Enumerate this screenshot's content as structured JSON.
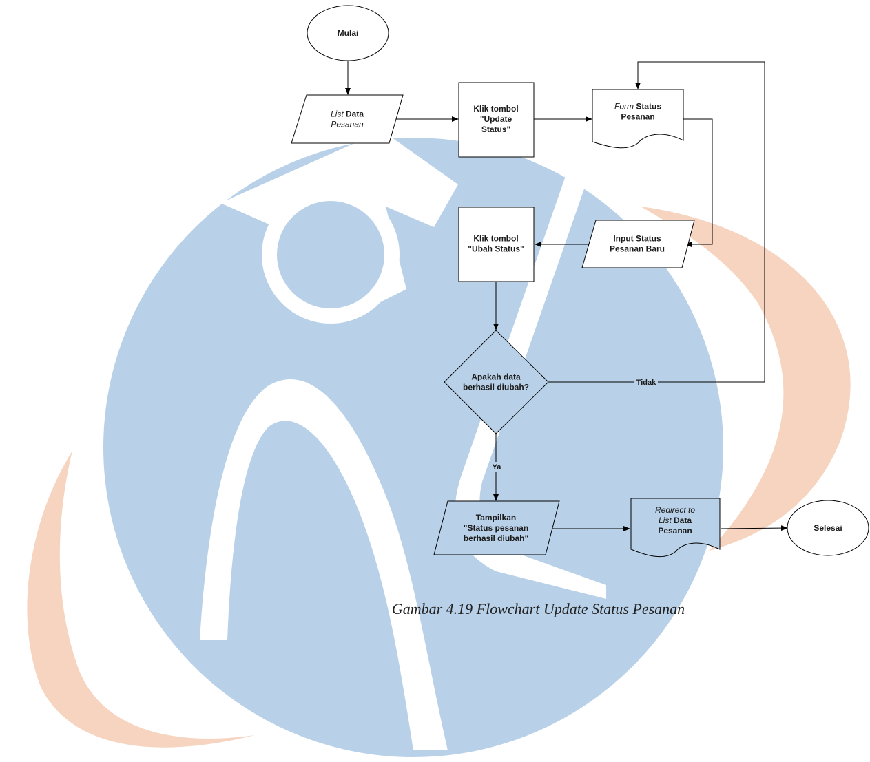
{
  "diagram": {
    "nodes": {
      "start": {
        "lines": [
          [
            {
              "t": "Mulai"
            }
          ]
        ]
      },
      "list_data": {
        "lines": [
          [
            {
              "t": "List",
              "i": true
            },
            {
              "t": " Data"
            }
          ],
          [
            {
              "t": "Pesanan",
              "i": true
            }
          ]
        ]
      },
      "klik_update": {
        "lines": [
          [
            {
              "t": "Klik tombol"
            }
          ],
          [
            {
              "t": "\"Update"
            }
          ],
          [
            {
              "t": "Status\""
            }
          ]
        ]
      },
      "form_status": {
        "lines": [
          [
            {
              "t": "Form",
              "i": true
            },
            {
              "t": " Status"
            }
          ],
          [
            {
              "t": "Pesanan"
            }
          ]
        ]
      },
      "input_status": {
        "lines": [
          [
            {
              "t": "Input Status"
            }
          ],
          [
            {
              "t": "Pesanan Baru"
            }
          ]
        ]
      },
      "klik_ubah": {
        "lines": [
          [
            {
              "t": "Klik tombol"
            }
          ],
          [
            {
              "t": "\"Ubah Status\""
            }
          ]
        ]
      },
      "decision": {
        "lines": [
          [
            {
              "t": "Apakah data"
            }
          ],
          [
            {
              "t": "berhasil diubah?"
            }
          ]
        ]
      },
      "tampilkan": {
        "lines": [
          [
            {
              "t": "Tampilkan"
            }
          ],
          [
            {
              "t": "\"Status pesanan"
            }
          ],
          [
            {
              "t": "berhasil diubah\""
            }
          ]
        ]
      },
      "redirect": {
        "lines": [
          [
            {
              "t": "Redirect to",
              "i": true
            }
          ],
          [
            {
              "t": "List",
              "i": true
            },
            {
              "t": " Data"
            }
          ],
          [
            {
              "t": "Pesanan"
            }
          ]
        ]
      },
      "end": {
        "lines": [
          [
            {
              "t": "Selesai"
            }
          ]
        ]
      }
    },
    "edge_labels": {
      "no": "Tidak",
      "yes": "Ya"
    }
  },
  "caption": "Gambar 4.19 Flowchart Update Status Pesanan",
  "colors": {
    "watermark_blue": "#b8d1e8",
    "watermark_orange": "#f6d4bf",
    "stroke": "#000000"
  }
}
